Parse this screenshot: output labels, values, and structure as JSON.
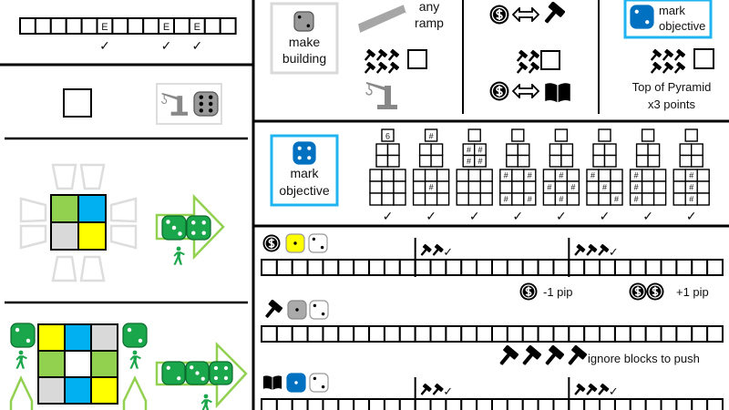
{
  "check_glyph": "✓",
  "colors": {
    "green": "#92d050",
    "blue": "#00b0f0",
    "gray": "#d9d9d9",
    "yellow": "#ffff00",
    "white": "#ffffff",
    "dice_green": "#1aa64a",
    "objective_blue": "#0070c0",
    "frame_cyan": "#1fb4ef",
    "arrow_green": "#92d050"
  },
  "top_left_track": {
    "cells": [
      "",
      "",
      "",
      "",
      "",
      "E",
      "",
      "",
      "",
      "E",
      "",
      "E",
      "",
      ""
    ]
  },
  "build_panel": {
    "make_line1": "make",
    "make_line2": "building",
    "ramp_line1": "any",
    "ramp_line2": "ramp"
  },
  "objective_panel": {
    "mark_line1": "mark",
    "mark_line2": "objective",
    "pyramid_line1": "Top of Pyramid",
    "pyramid_line2": "x3 points"
  },
  "objective_row": {
    "mark_line1": "mark",
    "mark_line2": "objective",
    "pyramids": [
      {
        "top": "6",
        "mid": [
          "",
          "",
          "",
          ""
        ],
        "base": [
          "",
          "",
          "",
          "",
          "",
          "",
          "",
          "",
          ""
        ]
      },
      {
        "top": "#",
        "mid": [
          "",
          "",
          "",
          ""
        ],
        "base": [
          "",
          "",
          "",
          "",
          "#",
          "",
          "",
          "",
          ""
        ]
      },
      {
        "top": "",
        "mid": [
          "#",
          "#",
          "#",
          "#"
        ],
        "base": [
          "",
          "",
          "",
          "",
          "",
          "",
          "",
          "",
          ""
        ]
      },
      {
        "top": "",
        "mid": [
          "",
          "",
          "",
          ""
        ],
        "base": [
          "#",
          "",
          "#",
          "",
          "",
          "",
          "#",
          "",
          "#"
        ]
      },
      {
        "top": "",
        "mid": [
          "",
          "",
          "",
          ""
        ],
        "base": [
          "",
          "#",
          "",
          "#",
          "",
          "#",
          "",
          "#",
          ""
        ]
      },
      {
        "top": "",
        "mid": [
          "",
          "",
          "",
          ""
        ],
        "base": [
          "#",
          "",
          "",
          "",
          "#",
          "",
          "",
          "",
          "#"
        ]
      },
      {
        "top": "",
        "mid": [
          "",
          "",
          "",
          ""
        ],
        "base": [
          "#",
          "",
          "",
          "#",
          "",
          "",
          "#",
          "",
          ""
        ]
      },
      {
        "top": "",
        "mid": [
          "",
          "",
          "",
          ""
        ],
        "base": [
          "",
          "#",
          "",
          "",
          "#",
          "",
          "",
          "#",
          ""
        ]
      }
    ]
  },
  "tracks": {
    "cell_count": 30,
    "coin_minus": "-1 pip",
    "coin_plus": "+1 pip",
    "ignore_blocks": "ignore blocks to push",
    "milestones": [
      {
        "cell": 10,
        "hammers": 2
      },
      {
        "cell": 20,
        "hammers": 3
      }
    ]
  }
}
